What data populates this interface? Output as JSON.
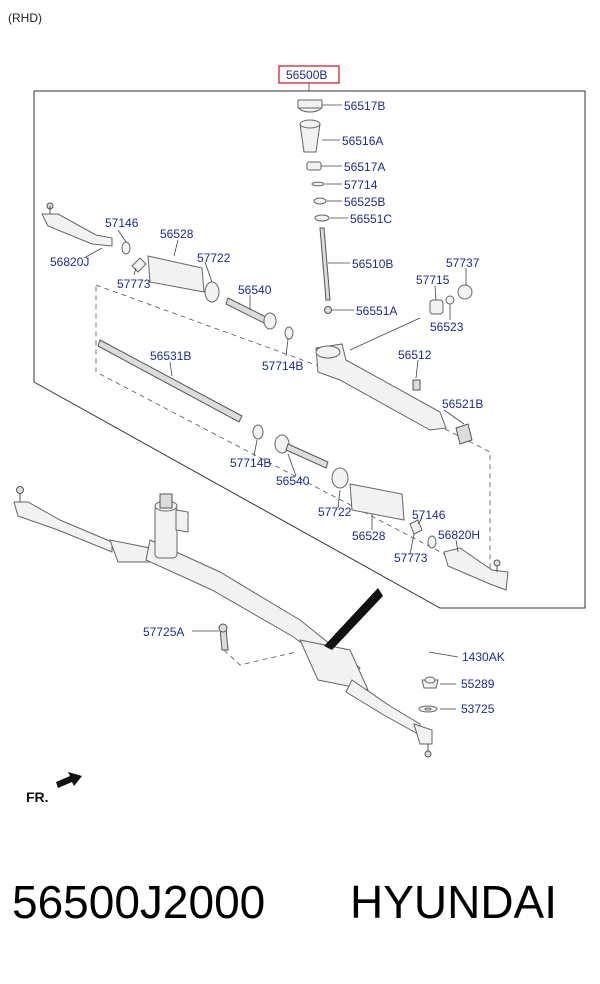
{
  "header": {
    "variant": "(RHD)",
    "assembly": "56500B"
  },
  "parts": {
    "p56517B": "56517B",
    "p56516A": "56516A",
    "p56517A": "56517A",
    "p57714": "57714",
    "p56525B": "56525B",
    "p56551C": "56551C",
    "p57146_l": "57146",
    "p56528_l": "56528",
    "p56820J": "56820J",
    "p57722_l": "57722",
    "p57773_l": "57773",
    "p56540_l": "56540",
    "p56510B": "56510B",
    "p57737": "57737",
    "p57715": "57715",
    "p56551A": "56551A",
    "p56523": "56523",
    "p57714B_l": "57714B",
    "p56531B": "56531B",
    "p56512": "56512",
    "p56521B": "56521B",
    "p57714B_r": "57714B",
    "p56540_r": "56540",
    "p57722_r": "57722",
    "p56528_r": "56528",
    "p57146_r": "57146",
    "p57773_r": "57773",
    "p56820H": "56820H",
    "p57725A": "57725A",
    "p1430AK": "1430AK",
    "p55289": "55289",
    "p53725": "53725"
  },
  "direction": "FR.",
  "footer": {
    "part_number": "56500J2000",
    "brand": "HYUNDAI"
  },
  "colors": {
    "label": "#1a2a9c",
    "highlight_box": "#d01020"
  }
}
